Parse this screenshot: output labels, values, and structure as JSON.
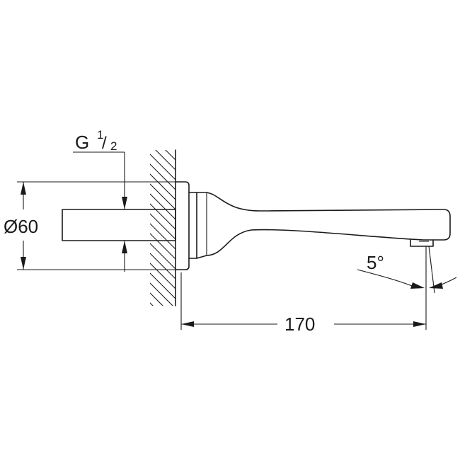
{
  "labels": {
    "thread_prefix": "G",
    "thread_numerator": "1",
    "thread_denominator": "2",
    "diameter": "Ø60",
    "angle": "5°",
    "length": "170"
  }
}
